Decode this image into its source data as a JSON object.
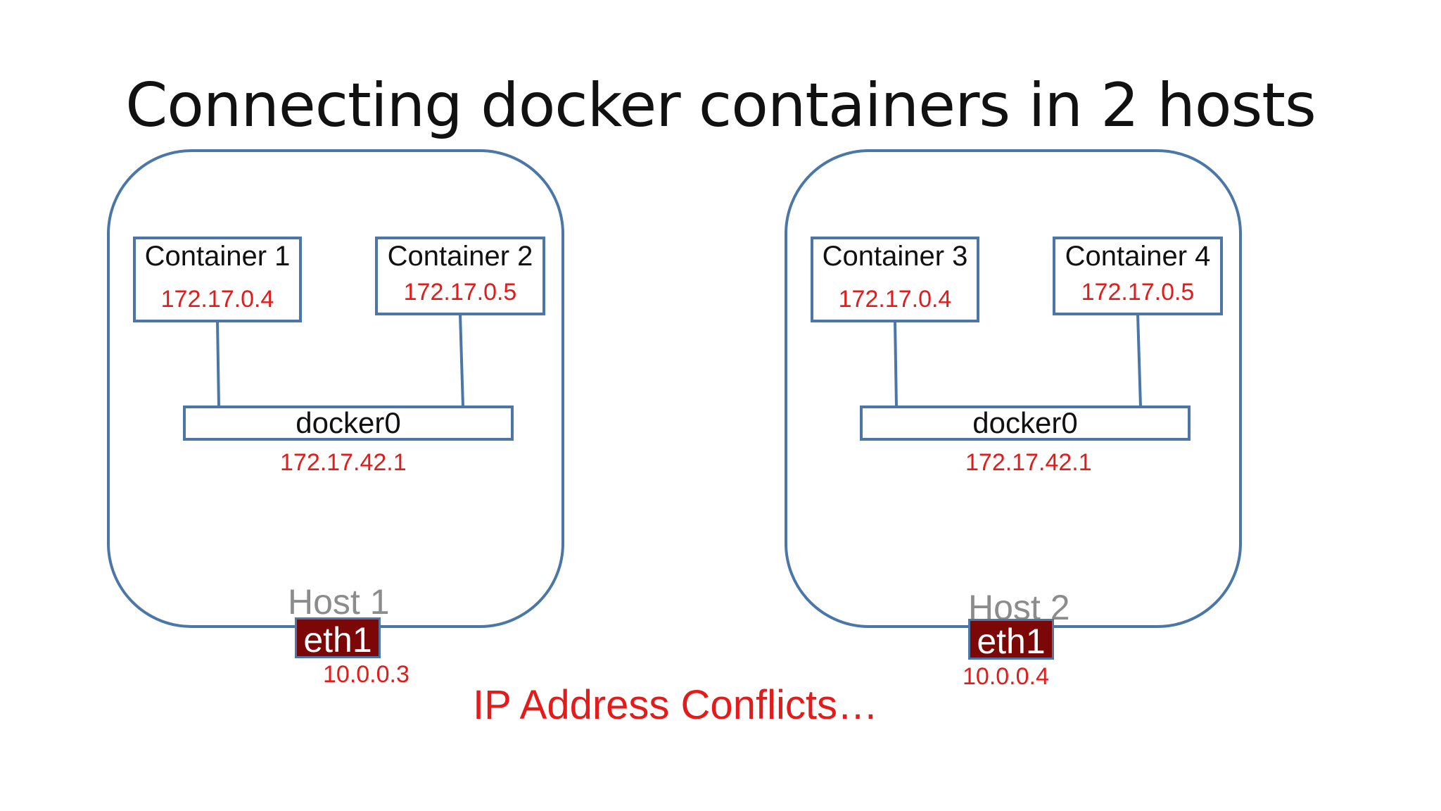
{
  "title": "Connecting docker containers in 2 hosts",
  "colors": {
    "line": "#4a76a8",
    "ip_text": "#e31b1b",
    "eth_fill": "#7b0707",
    "host_label": "#8c8c8c"
  },
  "hosts": [
    {
      "label": "Host 1",
      "containers": [
        {
          "name": "Container 1",
          "ip": "172.17.0.4"
        },
        {
          "name": "Container 2",
          "ip": "172.17.0.5"
        }
      ],
      "bridge": {
        "name": "docker0",
        "ip": "172.17.42.1"
      },
      "interface": {
        "name": "eth1",
        "ip": "10.0.0.3"
      }
    },
    {
      "label": "Host 2",
      "containers": [
        {
          "name": "Container 3",
          "ip": "172.17.0.4"
        },
        {
          "name": "Container 4",
          "ip": "172.17.0.5"
        }
      ],
      "bridge": {
        "name": "docker0",
        "ip": "172.17.42.1"
      },
      "interface": {
        "name": "eth1",
        "ip": "10.0.0.4"
      }
    }
  ],
  "conflict_note": "IP Address Conflicts…"
}
